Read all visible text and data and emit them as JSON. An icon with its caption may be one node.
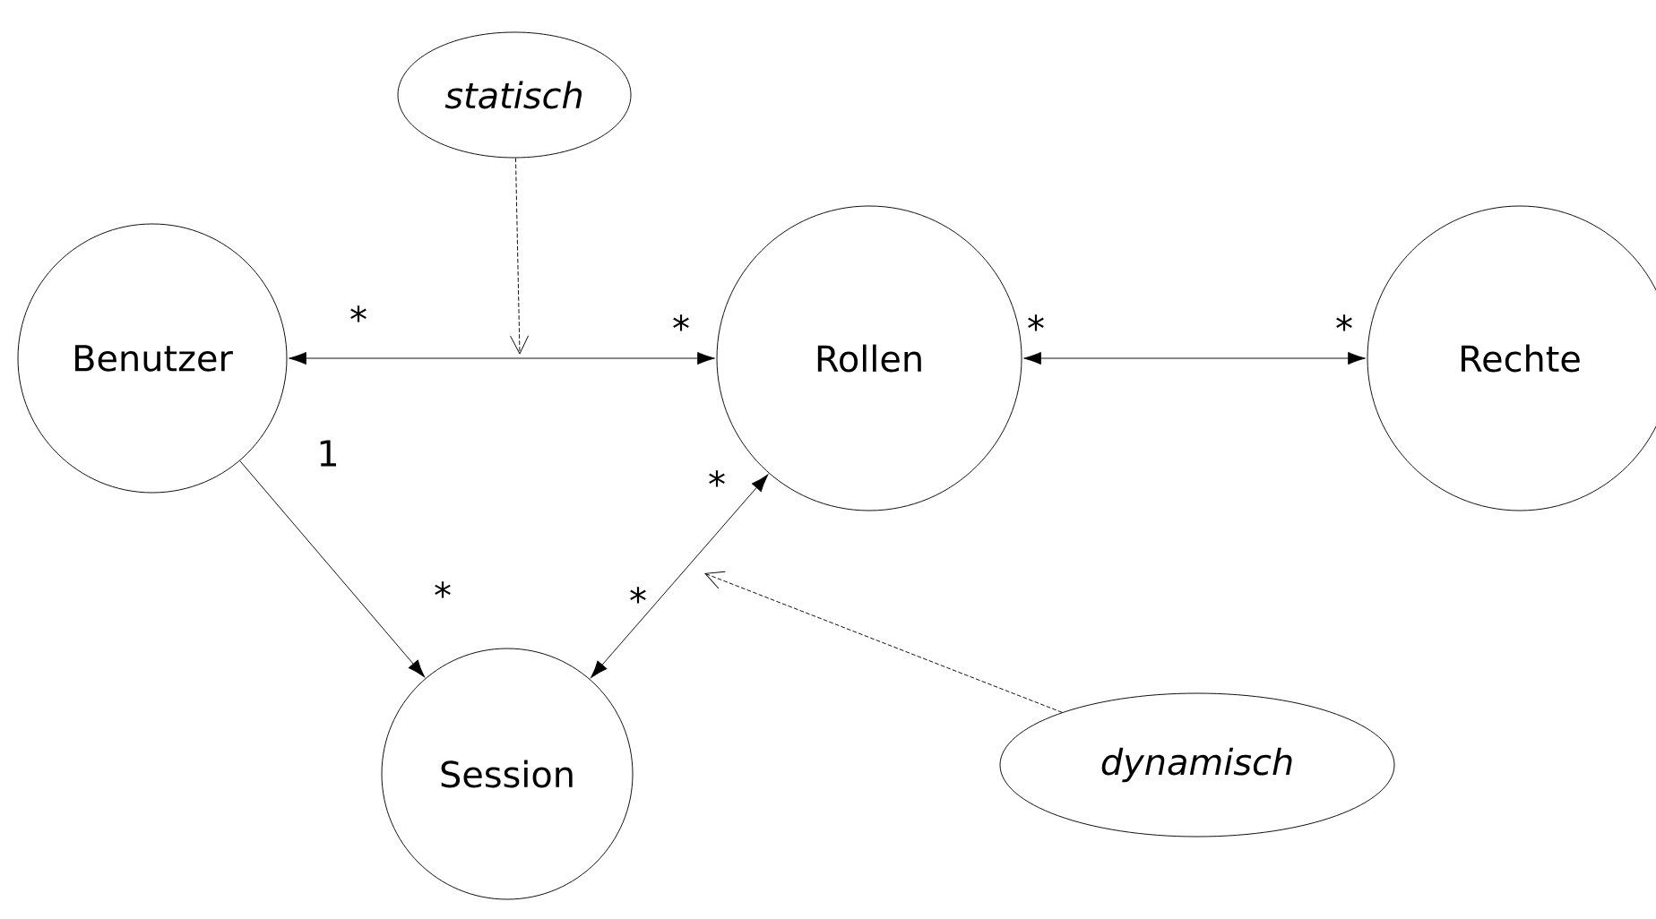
{
  "diagram": {
    "nodes": [
      {
        "text": [
          "statisch"
        ]
      },
      {
        "text": [
          "Benutzer"
        ]
      },
      {
        "text": [
          "Rollen"
        ]
      },
      {
        "text": [
          "Rechte"
        ]
      },
      {
        "text": [
          "Session"
        ]
      },
      {
        "text": [
          "dynamisch"
        ]
      }
    ],
    "edges": [
      {
        "from": 1,
        "to": 2,
        "arrow": "both"
      },
      {
        "from": 2,
        "to": 3,
        "arrow": "both"
      },
      {
        "from": 1,
        "to": 4,
        "arrow": "to"
      },
      {
        "from": 2,
        "to": 4,
        "arrow": "both"
      },
      {
        "from": 0,
        "to": null,
        "arrow": "to",
        "style": "dashed"
      },
      {
        "from": 5,
        "to": null,
        "arrow": "to",
        "style": "dashed"
      }
    ],
    "labels": [
      "*",
      "*",
      "*",
      "*",
      "1",
      "*",
      "*",
      "*"
    ]
  }
}
